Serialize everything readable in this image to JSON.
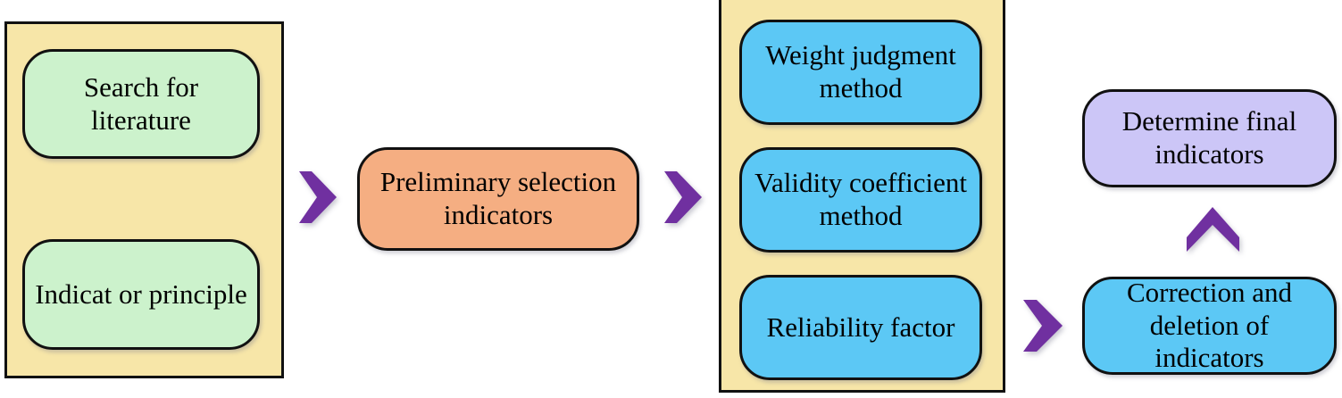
{
  "diagram": {
    "title": "Indicator selection flowchart",
    "colors": {
      "panel_fill": "#F7E6A8",
      "panel_stroke": "#111111",
      "green_node": "#CCF2CC",
      "blue_node": "#5CC8F5",
      "orange_node": "#F5AE82",
      "lavender_node": "#CCC6F7",
      "arrow_purple": "#7030A0",
      "text": "#000000",
      "background": "#FFFFFF"
    },
    "groups": [
      {
        "id": "literature-group",
        "nodes": [
          {
            "id": "search-literature",
            "label": "Search for literature"
          },
          {
            "id": "indicator-principle",
            "label": "Indicat or principle"
          }
        ]
      },
      {
        "id": "methods-group",
        "nodes": [
          {
            "id": "weight-judgment",
            "label": "Weight judgment method"
          },
          {
            "id": "validity-coeff",
            "label": "Validity coefficient method"
          },
          {
            "id": "reliability-factor",
            "label": "Reliability factor"
          }
        ]
      }
    ],
    "standalone_nodes": [
      {
        "id": "preliminary-selection",
        "label": "Preliminary selection indicators"
      },
      {
        "id": "determine-final",
        "label": "Determine final indicators"
      },
      {
        "id": "correction-deletion",
        "label": "Correction and deletion of indicators"
      }
    ],
    "arrows": [
      {
        "id": "lit-to-prelim",
        "direction": "right",
        "icon": "chevron-right-icon"
      },
      {
        "id": "prelim-to-meth",
        "direction": "right",
        "icon": "chevron-right-icon"
      },
      {
        "id": "meth-to-corr",
        "direction": "right",
        "icon": "chevron-right-icon"
      },
      {
        "id": "corr-to-final",
        "direction": "up",
        "icon": "chevron-up-icon"
      }
    ]
  }
}
